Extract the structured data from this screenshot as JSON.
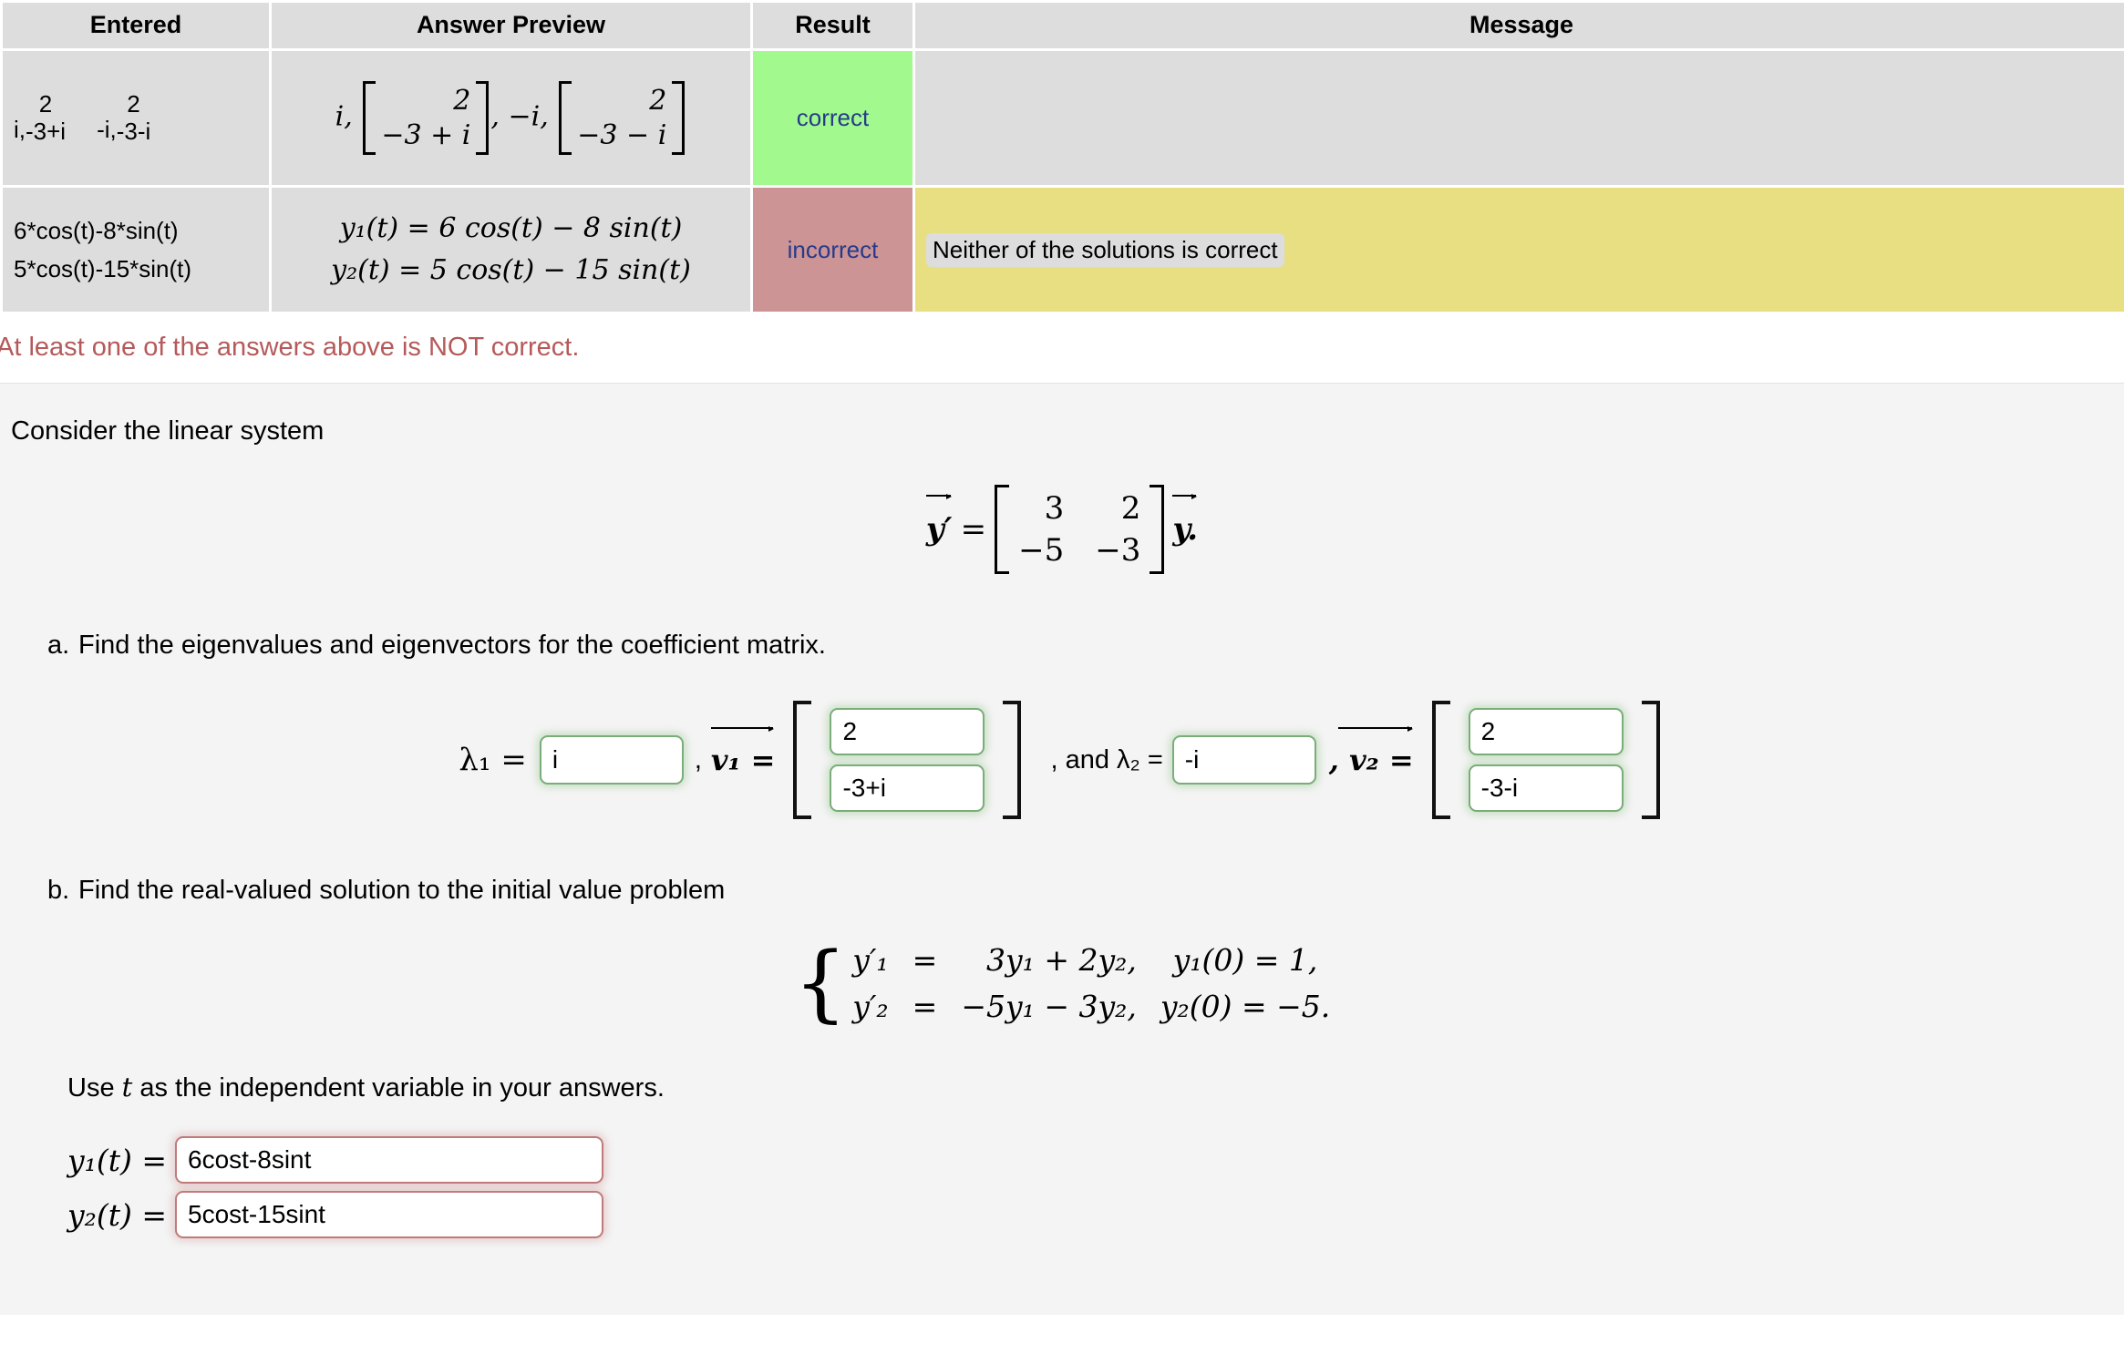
{
  "table": {
    "headers": [
      "Entered",
      "Answer Preview",
      "Result",
      "Message"
    ],
    "rows": [
      {
        "entered": {
          "type": "eigen-pairs",
          "pairs": [
            {
              "scalar": "i,",
              "top": "2",
              "bottom": "-3+i"
            },
            {
              "scalar": "-i,",
              "top": "2",
              "bottom": "-3-i"
            }
          ]
        },
        "preview": {
          "type": "eigen-pairs",
          "pairs": [
            {
              "scalar": "i,",
              "top": "2",
              "bottom": "−3 + i"
            },
            {
              "scalar": "−i,",
              "top": "2",
              "bottom": "−3 − i"
            }
          ]
        },
        "result": "correct",
        "message": ""
      },
      {
        "entered": {
          "type": "lines",
          "lines": [
            "6*cos(t)-8*sin(t)",
            "5*cos(t)-15*sin(t)"
          ]
        },
        "preview": {
          "type": "lines",
          "lines": [
            "y₁(t) = 6 cos(t) − 8 sin(t)",
            "y₂(t) = 5 cos(t) − 15 sin(t)"
          ]
        },
        "result": "incorrect",
        "message": "Neither of the solutions is correct"
      }
    ]
  },
  "warning": "At least one of the answers above is NOT correct.",
  "problem": {
    "intro": "Consider the linear system",
    "system_matrix": {
      "lhs": "y′",
      "equals": "=",
      "values": [
        [
          "3",
          "2"
        ],
        [
          "−5",
          "−3"
        ]
      ],
      "rhs": "y."
    },
    "parts": [
      {
        "marker": "a.",
        "text": "Find the eigenvalues and eigenvectors for the coefficient matrix.",
        "lambda1_label": "λ₁ =",
        "lambda1_value": "i",
        "v1_label": "v₁ =",
        "v1_values": [
          "2",
          "-3+i"
        ],
        "and_lambda2_label": ", and λ₂ =",
        "lambda2_value": "-i",
        "v2_label": ", v₂ =",
        "v2_values": [
          "2",
          "-3-i"
        ],
        "status": "correct"
      },
      {
        "marker": "b.",
        "text": "Find the real-valued solution to the initial value problem",
        "equations": [
          {
            "lhs": "y′₁",
            "eq": "=",
            "rhs": "3y₁ + 2y₂,",
            "init": "y₁(0) = 1,"
          },
          {
            "lhs": "y′₂",
            "eq": "=",
            "rhs": "−5y₁ − 3y₂,",
            "init": "y₂(0) = −5."
          }
        ],
        "note_prefix": "Use ",
        "note_var": "t",
        "note_suffix": " as the independent variable in your answers.",
        "solutions": [
          {
            "label": "y₁(t) =",
            "value": "6cost-8sint",
            "status": "incorrect"
          },
          {
            "label": "y₂(t) =",
            "value": "5cost-15sint",
            "status": "incorrect"
          }
        ]
      }
    ]
  },
  "colors": {
    "correct_bg": "#a2fa8e",
    "incorrect_bg": "#cc9494",
    "message_bg": "#e8df83",
    "result_text": "#263a8c",
    "warning_text": "#b55a5a",
    "cell_bg": "#dddddd",
    "page_bg": "#f4f4f4",
    "input_ok_border": "#79ad79",
    "input_bad_border": "#c07b7b"
  }
}
